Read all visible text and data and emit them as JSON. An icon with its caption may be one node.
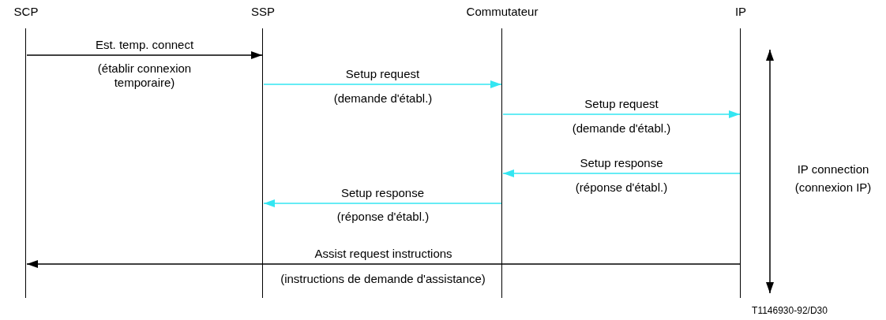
{
  "diagram": {
    "nodes": [
      {
        "text": [
          "SCP"
        ]
      },
      {
        "text": [
          "SSP"
        ]
      },
      {
        "text": [
          "Commutateur"
        ]
      },
      {
        "text": [
          "IP"
        ]
      }
    ],
    "edges": [
      {
        "from": 0,
        "to": 1,
        "arrow": "to",
        "label": "Est. temp. connect",
        "color": "#000000"
      },
      {
        "from": 1,
        "to": 2,
        "arrow": "to",
        "label": "Setup request"
      },
      {
        "from": 2,
        "to": 3,
        "arrow": "to",
        "label": "Setup request"
      },
      {
        "from": 3,
        "to": 2,
        "arrow": "to",
        "label": "Setup response"
      },
      {
        "from": 2,
        "to": 1,
        "arrow": "to",
        "label": "Setup response"
      },
      {
        "from": 3,
        "to": 0,
        "arrow": "to",
        "label": "Assist request instructions",
        "color": "#000000"
      }
    ],
    "labels": [
      "(établir connexion temporaire)",
      "(demande d'établ.)",
      "(demande d'établ.)",
      "(réponse d'établ.)",
      "(réponse d'établ.)",
      "(instructions de demande d'assistance)",
      "IP connection",
      "(connexion IP)",
      "T1146930-92/D30"
    ]
  }
}
